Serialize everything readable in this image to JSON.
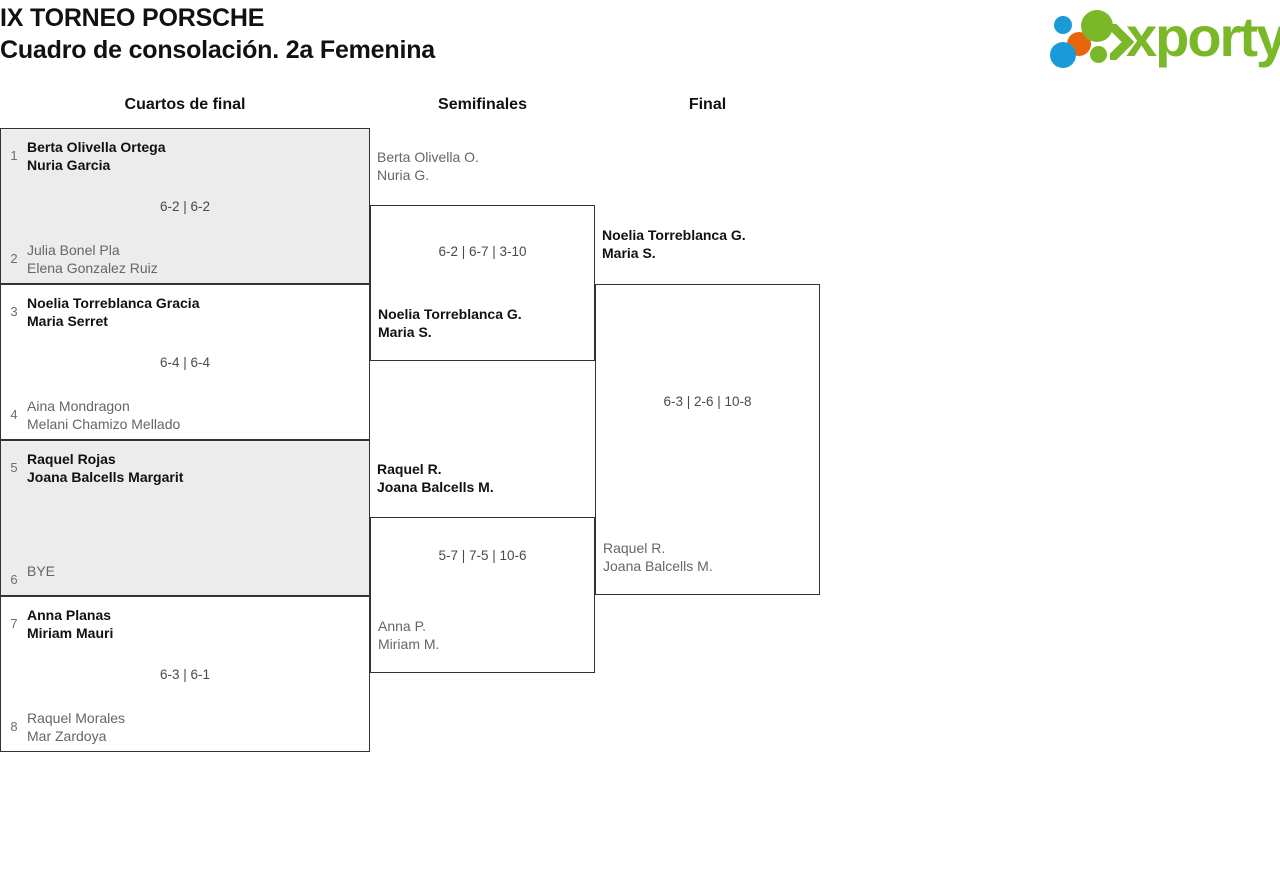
{
  "header": {
    "title_line1": "IX TORNEO PORSCHE",
    "title_line2": "Cuadro de consolación. 2a Femenina",
    "logo_text": "xporty",
    "logo_colors": {
      "green": "#7ab829",
      "blue": "#1a9ad7",
      "orange": "#e8650d"
    }
  },
  "rounds": [
    {
      "key": "quarterfinals",
      "label": "Cuartos de final"
    },
    {
      "key": "semifinals",
      "label": "Semifinales"
    },
    {
      "key": "final",
      "label": "Final"
    }
  ],
  "quarterfinals": [
    {
      "shaded": true,
      "score": "6-2 | 6-2",
      "top": {
        "seed": "1",
        "line1": "Berta Olivella Ortega",
        "line2": "Nuria Garcia",
        "result": "winner"
      },
      "bottom": {
        "seed": "2",
        "line1": "Julia Bonel Pla",
        "line2": "Elena Gonzalez Ruiz",
        "result": "loser"
      }
    },
    {
      "shaded": false,
      "score": "6-4 | 6-4",
      "top": {
        "seed": "3",
        "line1": "Noelia Torreblanca Gracia",
        "line2": "Maria Serret",
        "result": "winner"
      },
      "bottom": {
        "seed": "4",
        "line1": "Aina Mondragon",
        "line2": "Melani Chamizo Mellado",
        "result": "loser"
      }
    },
    {
      "shaded": true,
      "score": "",
      "top": {
        "seed": "5",
        "line1": "Raquel Rojas",
        "line2": "Joana Balcells Margarit",
        "result": "winner"
      },
      "bottom": {
        "seed": "6",
        "line1": "BYE",
        "line2": "",
        "result": "bye"
      }
    },
    {
      "shaded": false,
      "score": "6-3 | 6-1",
      "top": {
        "seed": "7",
        "line1": "Anna Planas",
        "line2": "Miriam Mauri",
        "result": "winner"
      },
      "bottom": {
        "seed": "8",
        "line1": "Raquel Morales",
        "line2": "Mar Zardoya",
        "result": "loser"
      }
    }
  ],
  "semifinals": [
    {
      "score": "6-2 | 6-7 | 3-10",
      "top": {
        "line1": "Berta Olivella O.",
        "line2": "Nuria G.",
        "result": "loser"
      },
      "bottom": {
        "line1": "Noelia Torreblanca G.",
        "line2": "Maria S.",
        "result": "winner"
      }
    },
    {
      "score": "5-7 | 7-5 | 10-6",
      "top": {
        "line1": "Raquel R.",
        "line2": "Joana Balcells M.",
        "result": "winner"
      },
      "bottom": {
        "line1": "Anna P.",
        "line2": "Miriam M.",
        "result": "loser"
      }
    }
  ],
  "final": {
    "score": "6-3 | 2-6 | 10-8",
    "top": {
      "line1": "Noelia Torreblanca G.",
      "line2": "Maria S.",
      "result": "winner"
    },
    "bottom": {
      "line1": "Raquel R.",
      "line2": "Joana Balcells M.",
      "result": "loser"
    }
  }
}
